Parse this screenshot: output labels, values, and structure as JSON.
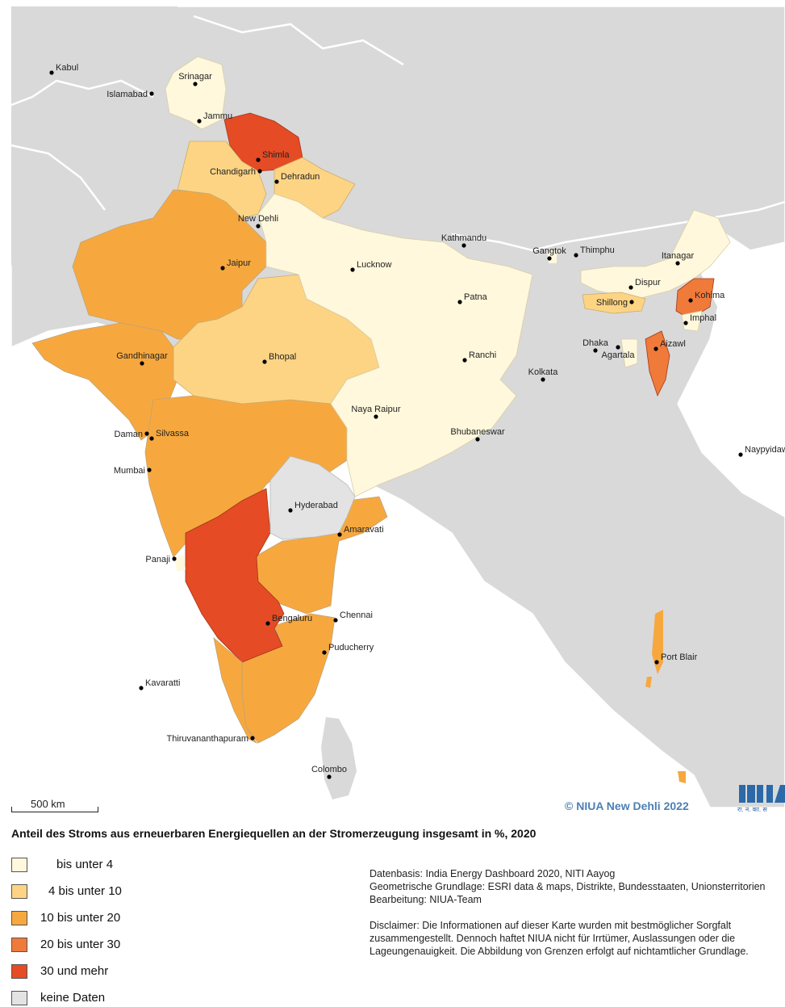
{
  "legend": {
    "title": "Anteil des Stroms aus erneuerbaren Energiequellen an der Stromerzeugung insgesamt in %, 2020",
    "items": [
      {
        "label": "bis unter 4",
        "color": "#fff8dc"
      },
      {
        "label": "4 bis unter 10",
        "color": "#fdd484"
      },
      {
        "label": "10 bis unter 20",
        "color": "#f6a83f"
      },
      {
        "label": "20 bis unter 30",
        "color": "#f07a3a"
      },
      {
        "label": "30 und mehr",
        "color": "#e54b24"
      },
      {
        "label": "keine Daten",
        "color": "#e3e3e3"
      }
    ]
  },
  "colors": {
    "background_land": "#d9d9d9",
    "water": "#ffffff",
    "border": "#ffffff"
  },
  "scale_bar": {
    "label": "500 km"
  },
  "copyright": "© NIUA New Dehli 2022",
  "logo": {
    "text": "रा. न. का. स"
  },
  "source": {
    "lines": [
      "Datenbasis: India Energy Dashboard 2020, NITI Aayog",
      "Geometrische Grundlage: ESRI data & maps, Distrikte, Bundesstaaten, Unionsterritorien",
      "Bearbeitung: NIUA-Team"
    ],
    "disclaimer": "Disclaimer: Die Informationen auf dieser Karte wurden mit bestmöglicher Sorgfalt zusammengestellt. Dennoch haftet NIUA nicht für Irrtümer, Auslassungen oder die Lageungenauigkeit. Die Abbildung von Grenzen erfolgt auf nichtamtlicher Grundlage."
  },
  "cities": [
    {
      "name": "Kabul"
    },
    {
      "name": "Islamabad"
    },
    {
      "name": "Srinagar"
    },
    {
      "name": "Jammu"
    },
    {
      "name": "Shimla"
    },
    {
      "name": "Chandigarh"
    },
    {
      "name": "Dehradun"
    },
    {
      "name": "New Dehli"
    },
    {
      "name": "Jaipur"
    },
    {
      "name": "Lucknow"
    },
    {
      "name": "Kathmandu"
    },
    {
      "name": "Gangtok"
    },
    {
      "name": "Thimphu"
    },
    {
      "name": "Itanagar"
    },
    {
      "name": "Dispur"
    },
    {
      "name": "Kohima"
    },
    {
      "name": "Shillong"
    },
    {
      "name": "Imphal"
    },
    {
      "name": "Patna"
    },
    {
      "name": "Gandhinagar"
    },
    {
      "name": "Bhopal"
    },
    {
      "name": "Ranchi"
    },
    {
      "name": "Dhaka"
    },
    {
      "name": "Agartala"
    },
    {
      "name": "Aizawl"
    },
    {
      "name": "Kolkata"
    },
    {
      "name": "Naya Raipur"
    },
    {
      "name": "Daman"
    },
    {
      "name": "Silvassa"
    },
    {
      "name": "Bhubaneswar"
    },
    {
      "name": "Naypyidaw"
    },
    {
      "name": "Mumbai"
    },
    {
      "name": "Hyderabad"
    },
    {
      "name": "Amaravati"
    },
    {
      "name": "Panaji"
    },
    {
      "name": "Bengaluru"
    },
    {
      "name": "Chennai"
    },
    {
      "name": "Puducherry"
    },
    {
      "name": "Port Blair"
    },
    {
      "name": "Kavaratti"
    },
    {
      "name": "Thiruvananthapuram"
    },
    {
      "name": "Colombo"
    }
  ]
}
